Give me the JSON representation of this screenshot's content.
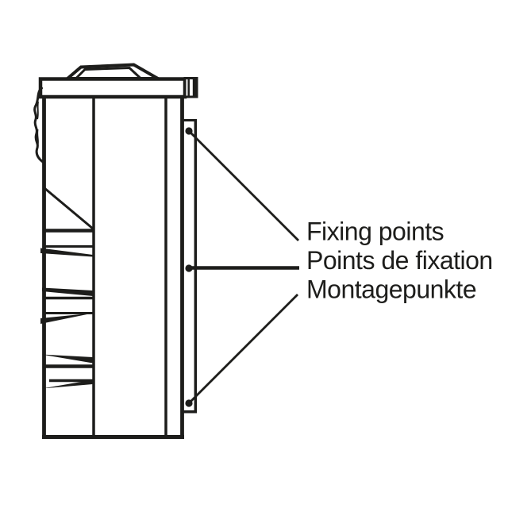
{
  "figure": {
    "labels": {
      "en": "Fixing points",
      "fr": "Points de fixation",
      "de": "Montagepunkte"
    },
    "fixing_point_count": 3,
    "colors": {
      "line": "#1d1d1b",
      "background": "#ffffff"
    }
  }
}
